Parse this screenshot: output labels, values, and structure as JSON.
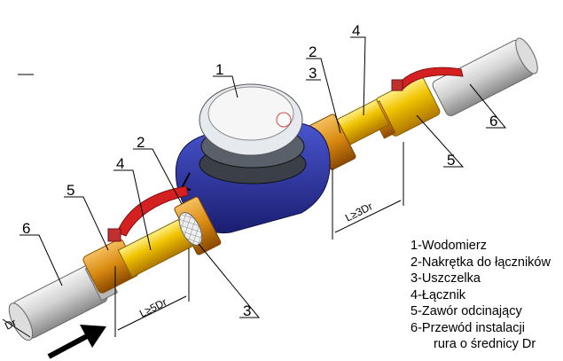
{
  "callouts": {
    "meter": "1",
    "nut_right": "2",
    "gasket_right": "3",
    "connector_right": "4",
    "pipe_right": "6",
    "valve_right": "5",
    "nut_left": "2",
    "connector_left": "4",
    "valve_left": "5",
    "pipe_left": "6",
    "gasket_left": "3"
  },
  "dimensions": {
    "outlet": "L≥3Dr",
    "inlet": "L≥5Dr",
    "diameter": "Dr"
  },
  "legend": [
    "1-Wodomierz",
    "2-Nakrętka do łączników",
    "3-Uszczelka",
    "4-Łącznik",
    "5-Zawór odcinający",
    "6-Przewód instalacji",
    "rura o średnicy Dr"
  ],
  "colors": {
    "brass": "#e8b800",
    "meter_body": "#2a2f9a",
    "handle": "#d42020",
    "pipe": "#c8c8c8"
  }
}
